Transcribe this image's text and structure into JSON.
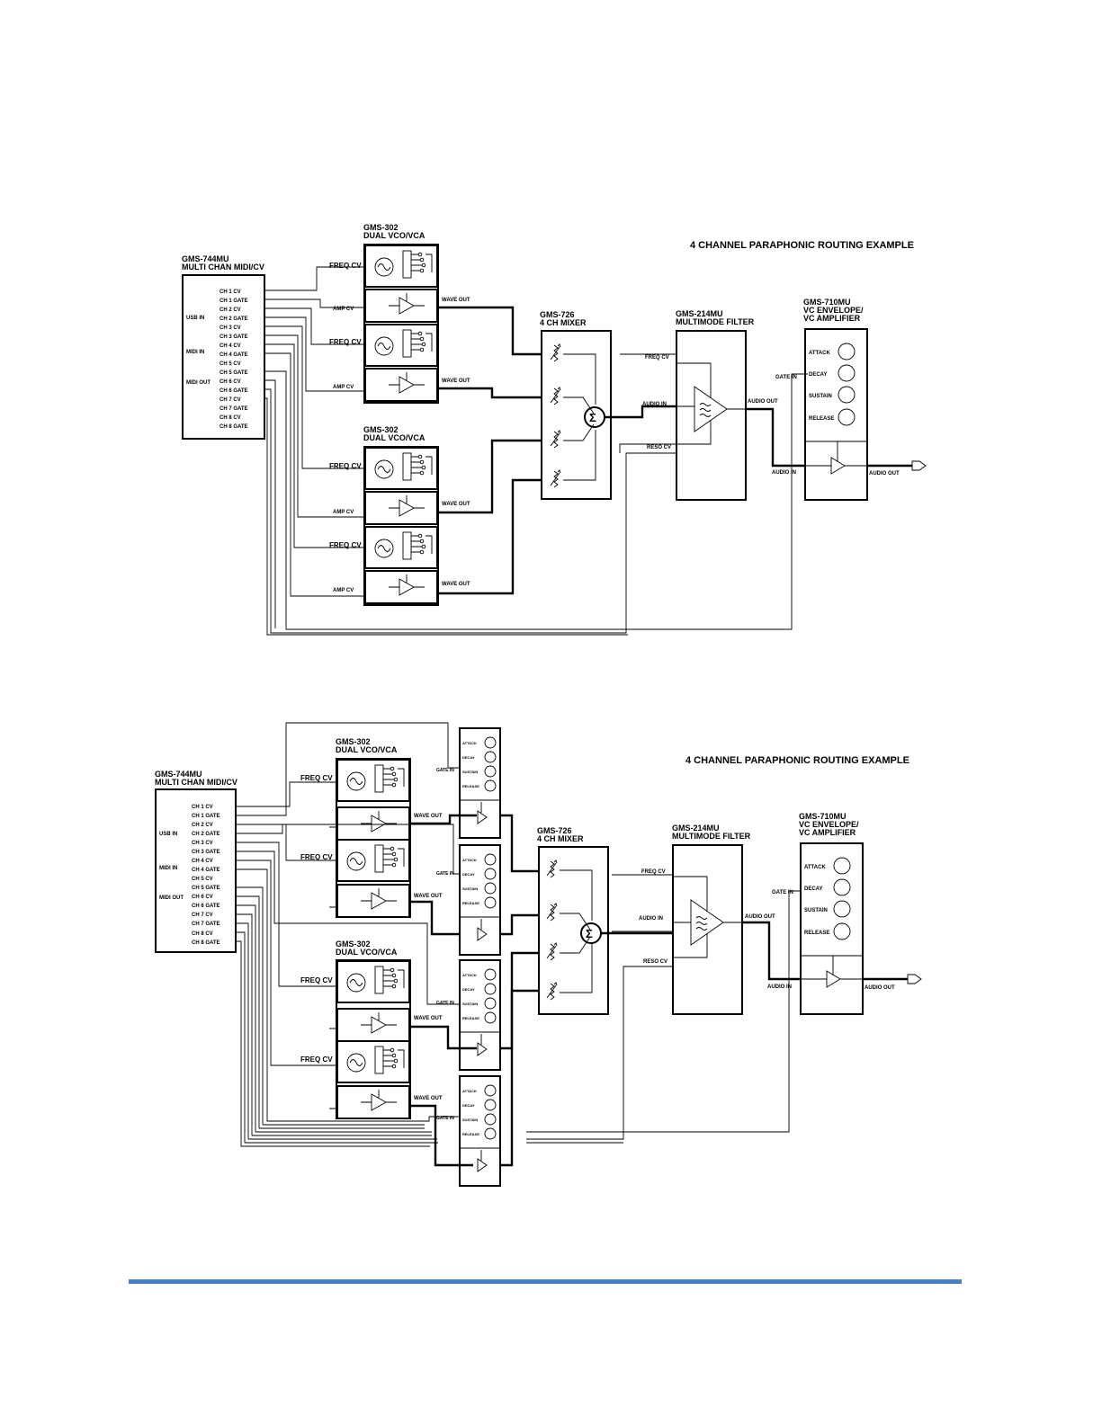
{
  "diagram1": {
    "title": "4 CHANNEL PARAPHONIC ROUTING EXAMPLE",
    "midi_module": {
      "name": "GMS-744MU",
      "subtitle": "MULTI CHAN MIDI/CV"
    },
    "vco_module": {
      "name": "GMS-302",
      "subtitle": "DUAL VCO/VCA"
    },
    "mixer_module": {
      "name": "GMS-726",
      "subtitle": "4 CH MIXER"
    },
    "filter_module": {
      "name": "GMS-214MU",
      "subtitle": "MULTIMODE FILTER"
    },
    "envelope_module": {
      "name": "GMS-710MU",
      "subtitle1": "VC ENVELOPE/",
      "subtitle2": "VC AMPLIFIER"
    }
  },
  "diagram2": {
    "title": "4 CHANNEL PARAPHONIC ROUTING EXAMPLE",
    "midi_module": {
      "name": "GMS-744MU",
      "subtitle": "MULTI CHAN MIDI/CV"
    },
    "vco_module": {
      "name": "GMS-302",
      "subtitle": "DUAL VCO/VCA"
    },
    "mixer_module": {
      "name": "GMS-726",
      "subtitle": "4 CH MIXER"
    },
    "filter_module": {
      "name": "GMS-214MU",
      "subtitle": "MULTIMODE FILTER"
    },
    "envelope_module": {
      "name": "GMS-710MU",
      "subtitle1": "VC ENVELOPE/",
      "subtitle2": "VC AMPLIFIER"
    }
  },
  "midi_inputs": [
    "USB IN",
    "MIDI IN",
    "MIDI OUT"
  ],
  "midi_channels": [
    "CH 1 CV",
    "CH 1 GATE",
    "CH 2 CV",
    "CH 2 GATE",
    "CH 3 CV",
    "CH 3 GATE",
    "CH 4 CV",
    "CH 4 GATE",
    "CH 5 CV",
    "CH 5 GATE",
    "CH 6 CV",
    "CH 6 GATE",
    "CH 7 CV",
    "CH 7 GATE",
    "CH 8 CV",
    "CH 8 GATE"
  ],
  "labels": {
    "freq_cv": "FREQ CV",
    "amp_cv": "AMP CV",
    "wave_out": "WAVE OUT",
    "audio_in": "AUDIO IN",
    "audio_out": "AUDIO OUT",
    "reso_cv": "RESO CV",
    "gate_in": "GATE IN",
    "sigma": "Σ"
  },
  "envelope_knobs": [
    "ATTACK",
    "DECAY",
    "SUSTAIN",
    "RELEASE"
  ]
}
